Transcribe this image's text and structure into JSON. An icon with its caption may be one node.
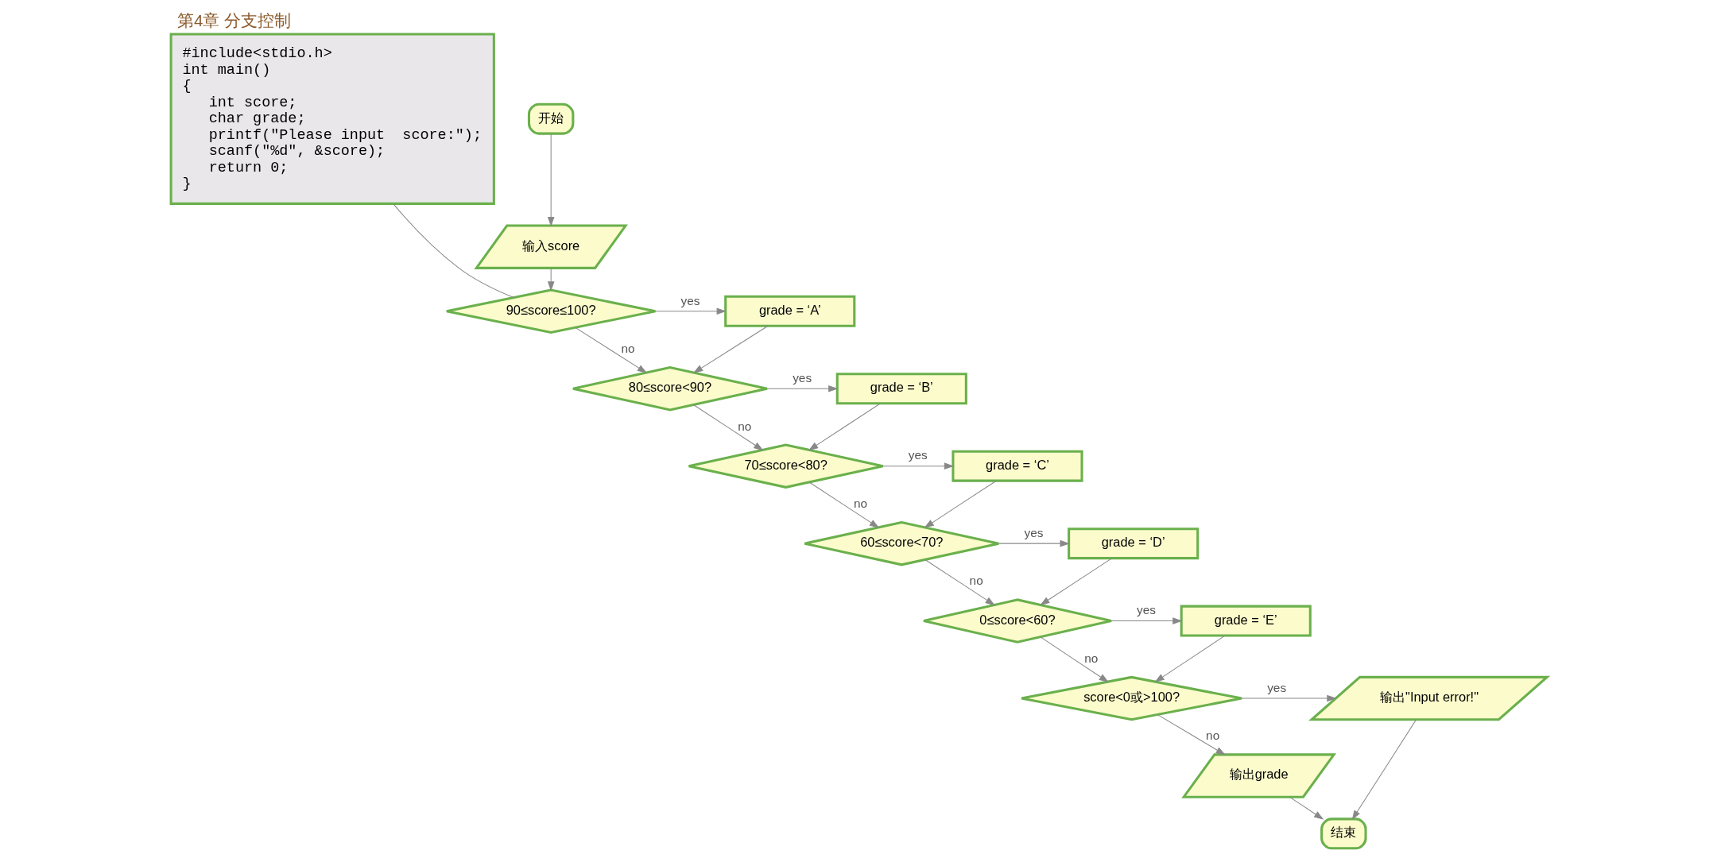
{
  "diagram": {
    "title": "第4章 分支控制",
    "nodes": [
      {
        "text": [
          "#include<stdio.h>",
          "int main()",
          "{",
          "    int score;",
          "    char grade;",
          "    printf(\"Please input  score:\");",
          "    scanf(\"%d\", &score);",
          "    return 0;",
          "}"
        ]
      },
      {
        "text": [
          "开始"
        ]
      },
      {
        "text": [
          "输入score"
        ]
      },
      {
        "text": [
          "90≤score≤100?"
        ]
      },
      {
        "text": [
          "grade = ‘A’"
        ]
      },
      {
        "text": [
          "80≤score<90?"
        ]
      },
      {
        "text": [
          "grade = ‘B’"
        ]
      },
      {
        "text": [
          "70≤score<80?"
        ]
      },
      {
        "text": [
          "grade = ‘C’"
        ]
      },
      {
        "text": [
          "60≤score<70?"
        ]
      },
      {
        "text": [
          "grade = ‘D’"
        ]
      },
      {
        "text": [
          "0≤score<60?"
        ]
      },
      {
        "text": [
          "grade = ‘E’"
        ]
      },
      {
        "text": [
          "score<0或>100?"
        ]
      },
      {
        "text": [
          "输出\"Input error!\""
        ]
      },
      {
        "text": [
          "输出grade"
        ]
      },
      {
        "text": [
          "结束"
        ]
      }
    ],
    "edges": [
      {
        "from": 0,
        "to": 3,
        "arrow": "none"
      },
      {
        "from": 1,
        "to": 2,
        "arrow": "to"
      },
      {
        "from": 2,
        "to": 3,
        "arrow": "to"
      },
      {
        "from": 3,
        "to": 4,
        "arrow": "to",
        "label": "yes"
      },
      {
        "from": 3,
        "to": 5,
        "arrow": "to",
        "label": "no"
      },
      {
        "from": 4,
        "to": 5,
        "arrow": "to"
      },
      {
        "from": 5,
        "to": 6,
        "arrow": "to",
        "label": "yes"
      },
      {
        "from": 5,
        "to": 7,
        "arrow": "to",
        "label": "no"
      },
      {
        "from": 6,
        "to": 7,
        "arrow": "to"
      },
      {
        "from": 7,
        "to": 8,
        "arrow": "to",
        "label": "yes"
      },
      {
        "from": 7,
        "to": 9,
        "arrow": "to",
        "label": "no"
      },
      {
        "from": 8,
        "to": 9,
        "arrow": "to"
      },
      {
        "from": 9,
        "to": 10,
        "arrow": "to",
        "label": "yes"
      },
      {
        "from": 9,
        "to": 11,
        "arrow": "to",
        "label": "no"
      },
      {
        "from": 10,
        "to": 11,
        "arrow": "to"
      },
      {
        "from": 11,
        "to": 12,
        "arrow": "to",
        "label": "yes"
      },
      {
        "from": 11,
        "to": 13,
        "arrow": "to",
        "label": "no"
      },
      {
        "from": 12,
        "to": 13,
        "arrow": "to"
      },
      {
        "from": 13,
        "to": 14,
        "arrow": "to",
        "label": "yes"
      },
      {
        "from": 13,
        "to": 15,
        "arrow": "to",
        "label": "no"
      },
      {
        "from": 15,
        "to": 16,
        "arrow": "to"
      },
      {
        "from": 14,
        "to": 16,
        "arrow": "to"
      }
    ]
  }
}
